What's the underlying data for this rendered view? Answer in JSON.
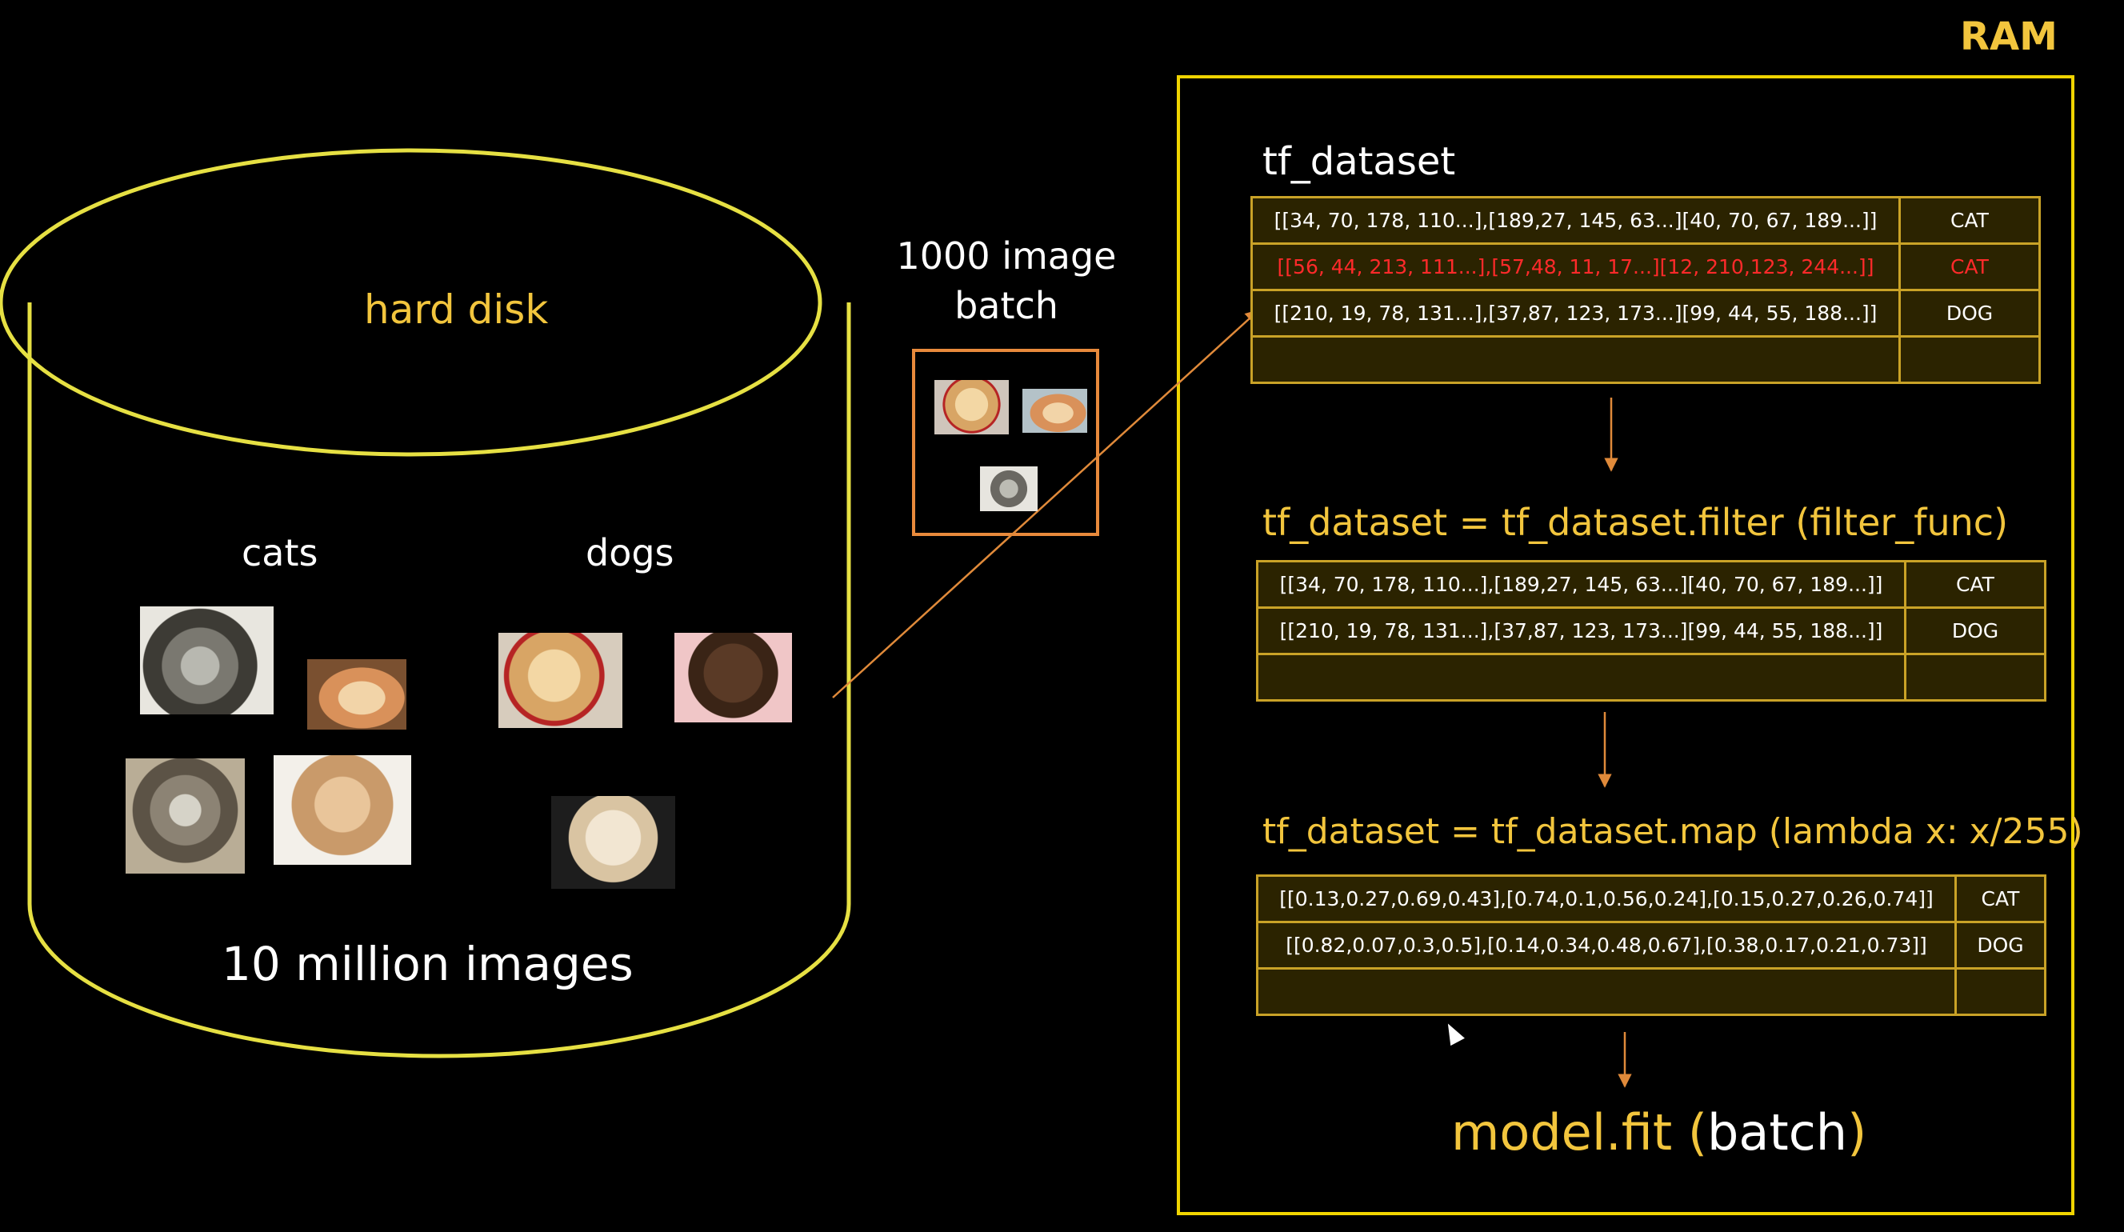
{
  "ram_label": "RAM",
  "disk": {
    "title": "hard disk",
    "cats_label": "cats",
    "dogs_label": "dogs",
    "caption": "10 million images"
  },
  "batch": {
    "line1": "1000 image",
    "line2": "batch"
  },
  "stage1": {
    "title": "tf_dataset",
    "rows": [
      {
        "values": "[[34, 70, 178, 110...],[189,27, 145, 63...][40, 70, 67, 189...]]",
        "label": "CAT",
        "highlight": false
      },
      {
        "values": "[[56, 44, 213, 111...],[57,48, 11, 17...][12, 210,123, 244...]]",
        "label": "CAT",
        "highlight": true
      },
      {
        "values": "[[210, 19, 78, 131...],[37,87, 123, 173...][99, 44, 55, 188...]]",
        "label": "DOG",
        "highlight": false
      },
      {
        "values": "",
        "label": "",
        "highlight": false
      }
    ]
  },
  "stage2": {
    "title": "tf_dataset = tf_dataset.filter (filter_func)",
    "rows": [
      {
        "values": "[[34, 70, 178, 110...],[189,27, 145, 63...][40, 70, 67, 189...]]",
        "label": "CAT"
      },
      {
        "values": "[[210, 19, 78, 131...],[37,87, 123, 173...][99, 44, 55, 188...]]",
        "label": "DOG"
      },
      {
        "values": "",
        "label": ""
      }
    ]
  },
  "stage3": {
    "title": "tf_dataset = tf_dataset.map (lambda x: x/255)",
    "rows": [
      {
        "values": "[[0.13,0.27,0.69,0.43],[0.74,0.1,0.56,0.24],[0.15,0.27,0.26,0.74]]",
        "label": "CAT"
      },
      {
        "values": "[[0.82,0.07,0.3,0.5],[0.14,0.34,0.48,0.67],[0.38,0.17,0.21,0.73]]",
        "label": "DOG"
      },
      {
        "values": "",
        "label": ""
      }
    ]
  },
  "final": {
    "fn": "model.fit",
    "open": "(",
    "arg": "batch",
    "close": ")"
  },
  "colors": {
    "disk": "#e6e043",
    "ram_border": "#f0d400",
    "batch_border": "#e88a3c",
    "arrow": "#e08a3a",
    "table_border": "#c9a227",
    "text_yellow": "#f2c53d",
    "highlight_red": "#ff2a2a"
  }
}
